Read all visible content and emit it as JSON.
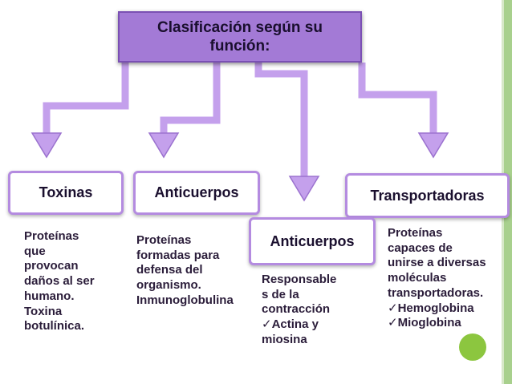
{
  "title": {
    "line1": "Clasificación según su",
    "line2": "función:"
  },
  "nodes": {
    "toxinas": "Toxinas",
    "anticuerpos_1": "Anticuerpos",
    "anticuerpos_2": "Anticuerpos",
    "transportadoras": "Transportadoras"
  },
  "descriptions": {
    "toxinas": [
      "Proteínas",
      "que",
      "provocan",
      "daños al ser",
      "humano.",
      "Toxina",
      "botulínica."
    ],
    "anticuerpos_1": [
      "Proteínas",
      "formadas para",
      "defensa del",
      "organismo.",
      "Inmunoglobulina"
    ],
    "anticuerpos_2": {
      "text": [
        "Responsable",
        "s de la",
        "contracción"
      ],
      "checks": [
        "Actina y",
        "miosina"
      ]
    },
    "transportadoras": {
      "text": [
        "Proteínas",
        "capaces de",
        "unirse a diversas",
        "moléculas",
        "transportadoras."
      ],
      "checks": [
        "Hemoglobina",
        "Mioglobina"
      ]
    }
  },
  "colors": {
    "title_fill": "#a37ad6",
    "connector": "#c4a0ec",
    "node_border": "#b48be0",
    "accent_stripe": "#a8d08d",
    "highlight_dot": "#8cc63f"
  },
  "check_glyph": "✓"
}
